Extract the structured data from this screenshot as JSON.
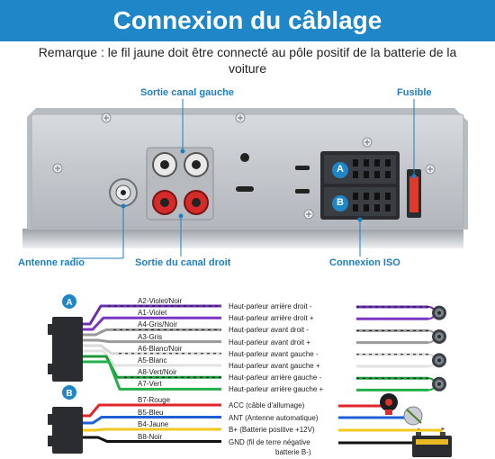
{
  "title": "Connexion du câblage",
  "remark": "Remarque : le fil jaune doit être connecté au pôle positif de la batterie de la voiture",
  "labels": {
    "left_channel": "Sortie canal gauche",
    "fuse": "Fusible",
    "antenna": "Antenne radio",
    "right_channel": "Sortie du canal droit",
    "iso": "Connexion ISO"
  },
  "iso_badges": {
    "a": "A",
    "b": "B"
  },
  "connector_a": {
    "badge": "A",
    "wires": [
      {
        "name": "A2-Violet/Noir",
        "function": "Haut-parleur arrière droit -",
        "color": "#6a2fb0",
        "stripe": "#111111"
      },
      {
        "name": "A1-Violet",
        "function": "Haut-parleur arrière droit +",
        "color": "#7b35c4",
        "stripe": ""
      },
      {
        "name": "A4-Gris/Noir",
        "function": "Haut-parleur avant droit -",
        "color": "#9a9a9a",
        "stripe": "#111111"
      },
      {
        "name": "A3-Gris",
        "function": "Haut-parleur avant droit +",
        "color": "#9a9a9a",
        "stripe": ""
      },
      {
        "name": "A6-Blanc/Noir",
        "function": "Haut-parleur avant gauche -",
        "color": "#d8d8d8",
        "stripe": "#111111"
      },
      {
        "name": "A5-Blanc",
        "function": "Haut-parleur avant gauche +",
        "color": "#e2e2e2",
        "stripe": ""
      },
      {
        "name": "A8-Vert/Noir",
        "function": "Haut-parleur arrière gauche -",
        "color": "#1f9a3a",
        "stripe": "#111111"
      },
      {
        "name": "A7-Vert",
        "function": "Haut-parleur arrière gauche +",
        "color": "#22b04a",
        "stripe": ""
      }
    ]
  },
  "connector_b": {
    "badge": "B",
    "wires": [
      {
        "name": "B7-Rouge",
        "function": "ACC (câble d'allumage)",
        "color": "#e0262a"
      },
      {
        "name": "B5-Bleu",
        "function": "ANT (Antenne automatique)",
        "color": "#1f5fd6"
      },
      {
        "name": "B4-Jaune",
        "function": "B+ (Batterie positive +12V)",
        "color": "#f2c81e"
      },
      {
        "name": "B8-Noir",
        "function": "GND (fil de terre négative",
        "function_cont": "batterie B-)",
        "color": "#111111"
      }
    ]
  },
  "colors": {
    "brand": "#1f86c8",
    "label_blue": "#1d7fc0",
    "rca_red": "#d42a2a",
    "fuse_red": "#e23a2a",
    "panel": "#c9cdd2"
  },
  "icons": [
    "screw-icon",
    "rca-white-icon",
    "rca-red-icon",
    "antenna-socket-icon",
    "iso-connector-icon",
    "fuse-icon",
    "speaker-icon",
    "ignition-key-icon",
    "antenna-icon",
    "battery-icon"
  ]
}
